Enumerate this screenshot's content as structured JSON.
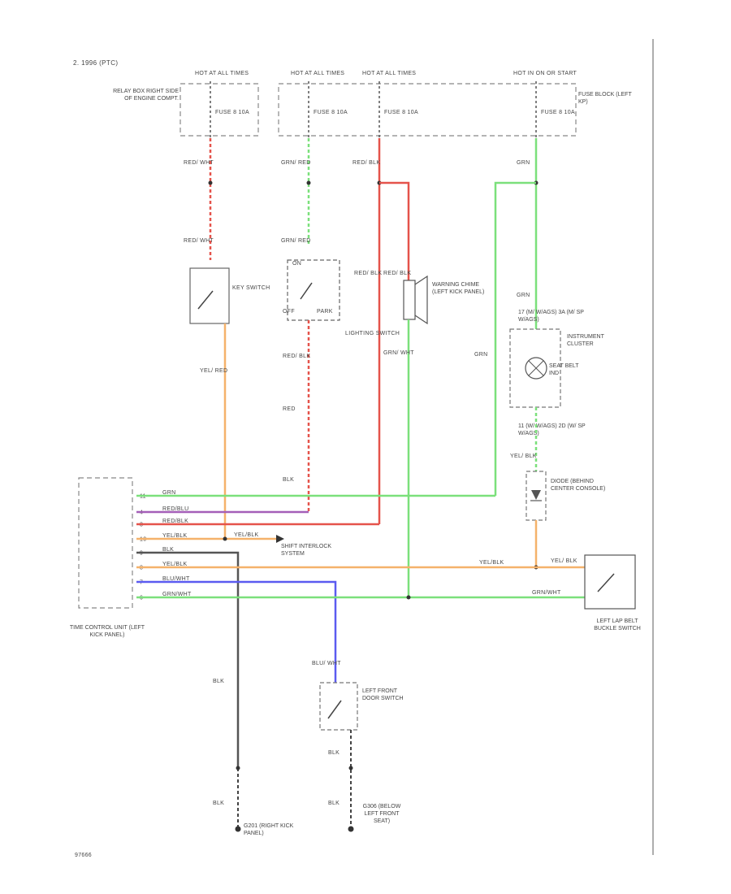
{
  "header_note": "2. 1996 (PTC)",
  "fig_id": "97666",
  "fuses": {
    "f1_top": "HOT AT ALL TIMES",
    "f2_top": "HOT AT ALL TIMES",
    "f3_top": "HOT AT ALL TIMES",
    "f4_top": "HOT IN ON OR START",
    "f1_side": "RELAY BOX RIGHT SIDE OF ENGINE COMPT.",
    "f4_side": "FUSE BLOCK (LEFT KP)",
    "fuse_text": "FUSE 8 10A"
  },
  "wire_labels": {
    "red_wht": "RED/ WHT",
    "grn_red": "GRN/ RED",
    "red_blk": "RED/ BLK",
    "grn": "GRN",
    "yel_red": "YEL/ RED",
    "red": "RED",
    "blk": "BLK",
    "grn_wht": "GRN/ WHT",
    "yel_blk": "YEL/ BLK",
    "blu_wht": "BLU/ WHT"
  },
  "components": {
    "key_switch": "KEY SWITCH",
    "lighting_switch": "LIGHTING SWITCH",
    "lighting_on": "ON",
    "lighting_off": "OFF",
    "lighting_park": "PARK",
    "warning_chime": "WARNING CHIME (LEFT KICK PANEL)",
    "instrument_cluster": "INSTRUMENT CLUSTER",
    "seat_belt_ind": "SEAT BELT IND",
    "diode": "DIODE (BEHIND CENTER CONSOLE)",
    "shift_interlock": "SHIFT INTERLOCK SYSTEM",
    "time_control": "TIME CONTROL UNIT (LEFT KICK PANEL)",
    "lap_belt": "LEFT LAP BELT BUCKLE SWITCH",
    "door_switch": "LEFT FRONT DOOR SWITCH",
    "ground1": "G201 (RIGHT KICK PANEL)",
    "ground2": "G306 (BELOW LEFT FRONT SEAT)"
  },
  "connector_pins": [
    "11",
    "4",
    "3",
    "10",
    "9",
    "8",
    "7",
    "6"
  ],
  "connector_wire_labels": [
    "GRN",
    "RED/BLU",
    "RED/BLK",
    "YEL/BLK",
    "BLK",
    "YEL/BLK",
    "BLU/WHT",
    "GRN/WHT"
  ],
  "shift_wire_label": "YEL/BLK",
  "lap_wire_label": "YEL/BLK",
  "lap_wire_label2": "GRN/WHT",
  "cluster_pin_a": "17 (M/ W/AGS) 3A (M/ SP W/AGS)",
  "cluster_pin_b": "11 (W/ W/AGS) 2D (W/ SP W/AGS)",
  "colors": {
    "red": "#e5534b",
    "green": "#7be07b",
    "orange": "#f5b26b",
    "purple": "#a45fb8",
    "blue": "#5b5bf0"
  }
}
